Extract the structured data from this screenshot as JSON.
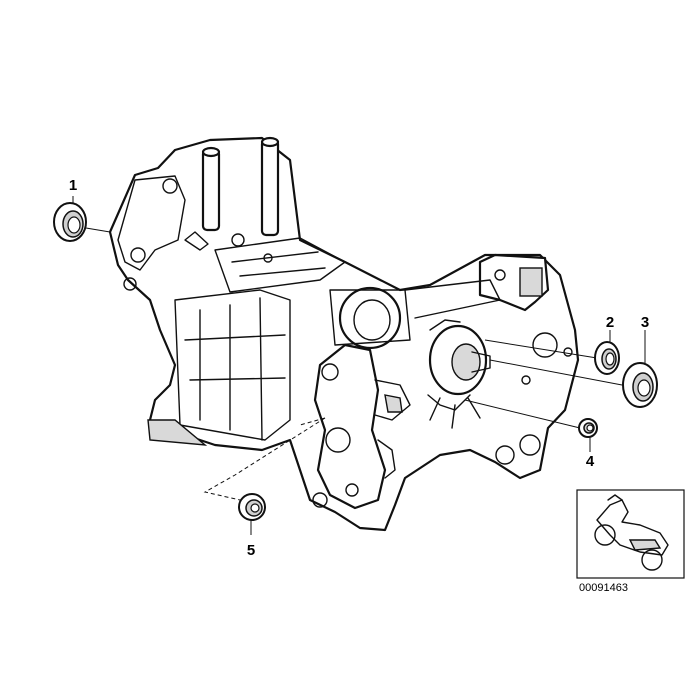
{
  "callouts": [
    {
      "id": "1",
      "label": "1"
    },
    {
      "id": "2",
      "label": "2"
    },
    {
      "id": "3",
      "label": "3"
    },
    {
      "id": "4",
      "label": "4"
    },
    {
      "id": "5",
      "label": "5"
    }
  ],
  "inset": {
    "reference_number": "00091463"
  }
}
